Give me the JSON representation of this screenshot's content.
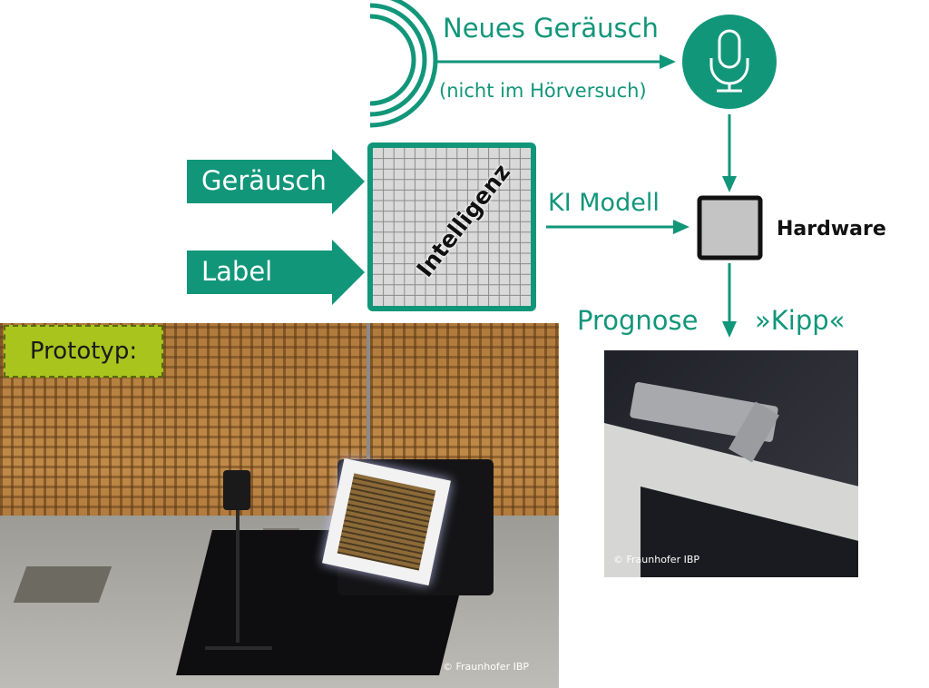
{
  "diagram": {
    "new_sound_title": "Neues Geräusch",
    "new_sound_subtitle": "(nicht im Hörversuch)",
    "input_sound": "Geräusch",
    "input_label": "Label",
    "intelligence_label": "Intelligenz",
    "model_label": "KI Modell",
    "hardware_label": "Hardware",
    "prediction_label": "Prognose",
    "prediction_value": "»Kipp«"
  },
  "icons": {
    "sound_source": "sound-waves-icon",
    "microphone": "microphone-icon"
  },
  "photos": {
    "prototype_badge": "Prototyp:",
    "main_credit": "© Fraunhofer IBP",
    "detail_credit": "© Fraunhofer IBP"
  },
  "colors": {
    "accent_green": "#12967a",
    "badge_lime": "#a8c41d",
    "hardware_fill": "#c4c4c4"
  }
}
